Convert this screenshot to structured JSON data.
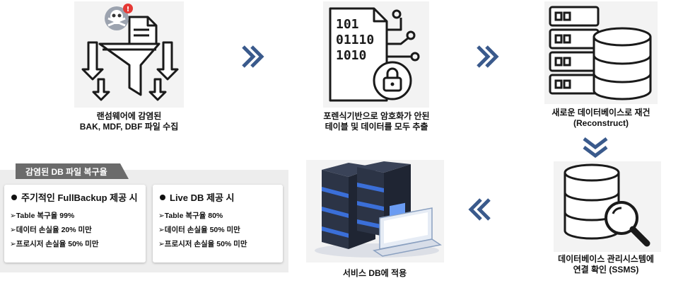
{
  "steps": [
    {
      "caption_line1": "랜섬웨어에 감염된",
      "caption_line2": "BAK, MDF, DBF 파일 수집",
      "icon": "ransomware-funnel-icon"
    },
    {
      "caption_line1": "포렌식기반으로 암호화가 안된",
      "caption_line2": "테이블 및 데이터를 모두 추출",
      "icon": "binary-document-lock-icon"
    },
    {
      "caption_line1": "새로운 데이터베이스로 재건",
      "caption_line2": "(Reconstruct)",
      "icon": "server-database-icon"
    },
    {
      "caption_line1": "데이터베이스 관리시스템에",
      "caption_line2": "연결 확인 (SSMS)",
      "icon": "database-magnifier-icon"
    },
    {
      "caption_line1": "서비스 DB에 적용",
      "icon": "servers-laptop-icon"
    }
  ],
  "panel": {
    "tab_label": "감염된 DB 파일 복구율",
    "cards": [
      {
        "title": "주기적인 FullBackup 제공 시",
        "lines": [
          "➢Table 복구율 99%",
          "➢데이터 손실율 20% 미만",
          "➢프로시저 손실율 50% 미만"
        ]
      },
      {
        "title": "Live DB 제공 시",
        "lines": [
          "➢Table 복구율 80%",
          "➢데이터 손실율 50% 미만",
          "➢프로시저 손실율 50% 미만"
        ]
      }
    ]
  },
  "colors": {
    "chevron": "#3a5a8c",
    "tab": "#6b6b6b",
    "panel_bg": "#ededed",
    "server_blue": "#3b6fd8",
    "server_dark": "#1f2533"
  }
}
